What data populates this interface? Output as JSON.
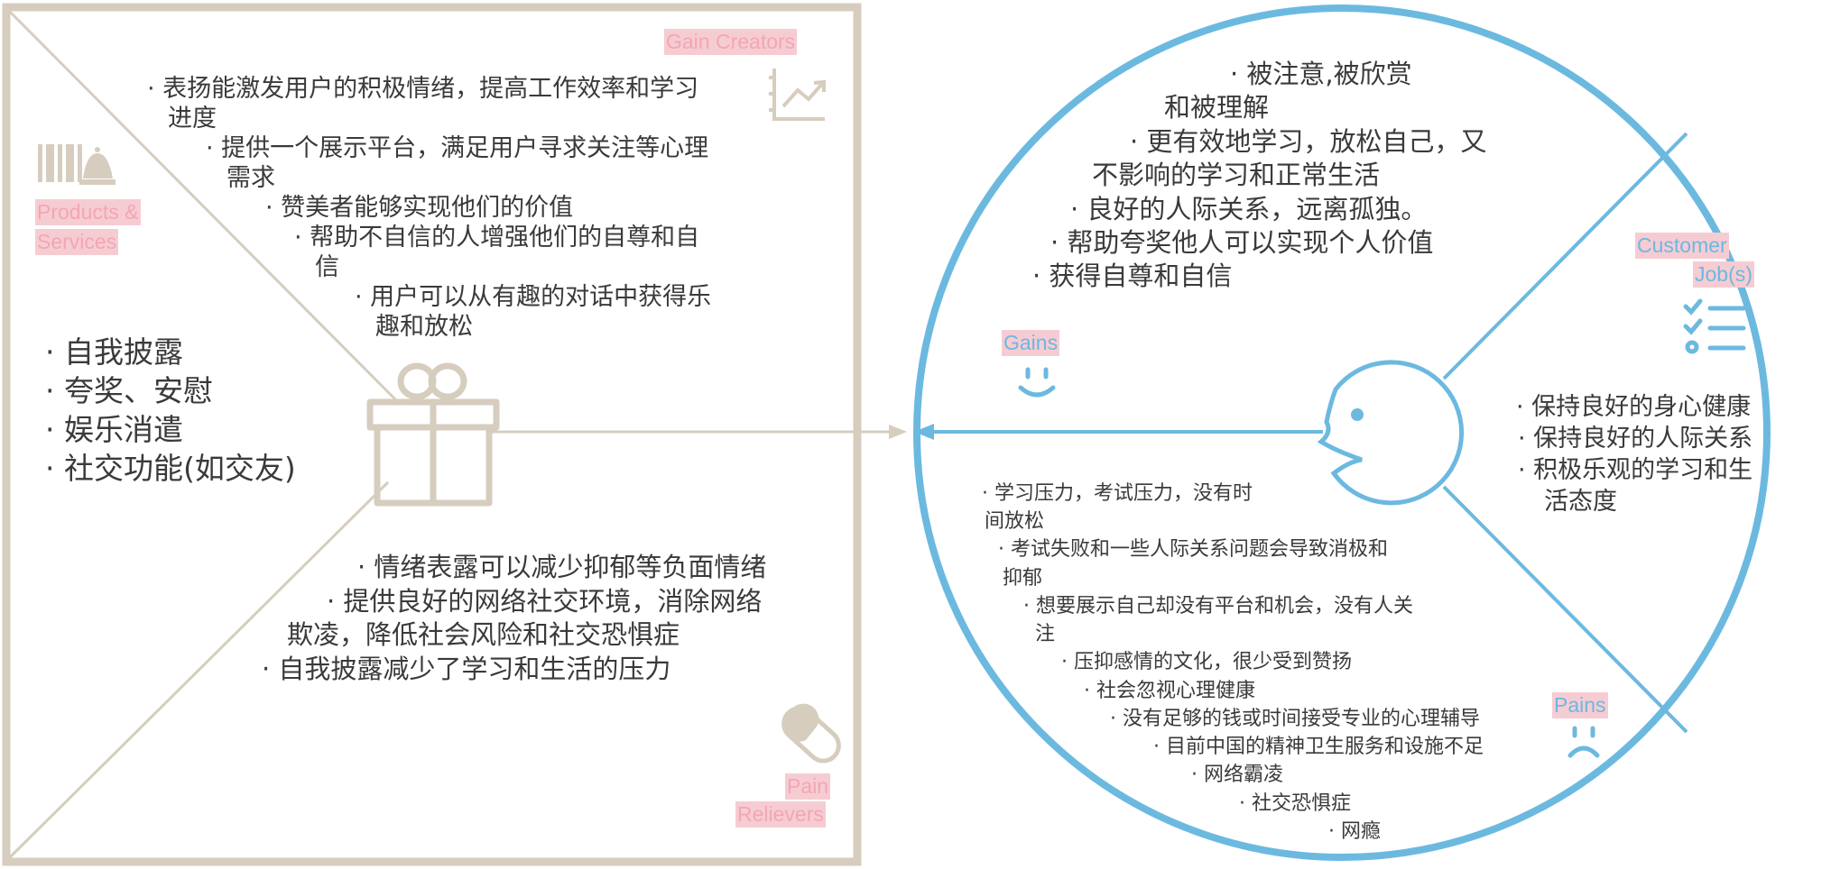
{
  "labels": {
    "gain_creators": "Gain Creators",
    "products_services_1": "Products &",
    "products_services_2": "Services",
    "pain_relievers_1": "Pain",
    "pain_relievers_2": "Relievers",
    "gains": "Gains",
    "customer_jobs_1": "Customer",
    "customer_jobs_2": "Job(s)",
    "pains": "Pains"
  },
  "gain_creators": {
    "l1": "· 表扬能激发用户的积极情绪，提高工作效率和学习",
    "l1b": "进度",
    "l2": "· 提供一个展示平台，满足用户寻求关注等心理",
    "l2b": "需求",
    "l3": "· 赞美者能够实现他们的价值",
    "l4": "· 帮助不自信的人增强他们的自尊和自",
    "l4b": "信",
    "l5": "· 用户可以从有趣的对话中获得乐",
    "l5b": "趣和放松"
  },
  "products_services": {
    "l1": "· 自我披露",
    "l2": "· 夸奖、安慰",
    "l3": "· 娱乐消遣",
    "l4": "· 社交功能(如交友)"
  },
  "pain_relievers": {
    "l1": "· 情绪表露可以减少抑郁等负面情绪",
    "l2": "· 提供良好的网络社交环境，消除网络",
    "l2b": "欺凌，降低社会风险和社交恐惧症",
    "l3": "· 自我披露减少了学习和生活的压力"
  },
  "gains": {
    "l1": "· 被注意,被欣赏",
    "l1b": "和被理解",
    "l2": "· 更有效地学习，放松自己，又",
    "l2b": "不影响的学习和正常生活",
    "l3": "· 良好的人际关系，远离孤独。",
    "l4": "· 帮助夸奖他人可以实现个人价值",
    "l5": "· 获得自尊和自信"
  },
  "customer_jobs": {
    "l1": "· 保持良好的身心健康",
    "l2": "· 保持良好的人际关系",
    "l3": "· 积极乐观的学习和生",
    "l3b": "活态度"
  },
  "pains": {
    "l1": "· 学习压力，考试压力，没有时",
    "l1b": "间放松",
    "l2": "· 考试失败和一些人际关系问题会导致消极和",
    "l2b": "抑郁",
    "l3": "· 想要展示自己却没有平台和机会，没有人关",
    "l3b": "注",
    "l4": "· 压抑感情的文化，很少受到赞扬",
    "l5": "· 社会忽视心理健康",
    "l6": "· 没有足够的钱或时间接受专业的心理辅导",
    "l7": "· 目前中国的精神卫生服务和设施不足",
    "l8": "· 网络霸凌",
    "l9": "· 社交恐惧症",
    "l10": "· 网瘾"
  },
  "colors": {
    "square": "#d6cdbf",
    "circle": "#6cb9e0",
    "tag_bg": "#f6ccd3",
    "tag_pink_text": "#f3a6b3"
  }
}
